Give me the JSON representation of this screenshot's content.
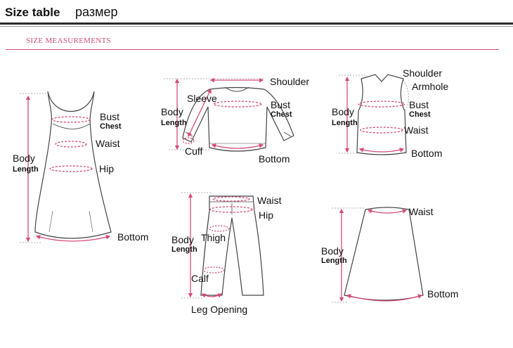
{
  "header": {
    "title": "Size table",
    "subtitle": "размер"
  },
  "section_title": "SIZE MEASUREMENTS",
  "colors": {
    "accent": "#d64a7a",
    "outline": "#444444"
  },
  "garments": {
    "dress": {
      "body": "Body",
      "length": "Length",
      "bust": "Bust",
      "chest": "Chest",
      "waist": "Waist",
      "hip": "Hip",
      "bottom": "Bottom"
    },
    "shirt": {
      "shoulder": "Shoulder",
      "sleeve": "Sleeve",
      "body": "Body",
      "length": "Length",
      "bust": "Bust",
      "chest": "Chest",
      "cuff": "Cuff",
      "bottom": "Bottom"
    },
    "vest": {
      "shoulder": "Shoulder",
      "armhole": "Armhole",
      "body": "Body",
      "length": "Length",
      "bust": "Bust",
      "chest": "Chest",
      "waist": "Waist",
      "bottom": "Bottom"
    },
    "pants": {
      "waist": "Waist",
      "hip": "Hip",
      "body": "Body",
      "length": "Length",
      "thigh": "Thigh",
      "calf": "Calf",
      "leg_opening": "Leg Opening"
    },
    "skirt": {
      "waist": "Waist",
      "body": "Body",
      "length": "Length",
      "bottom": "Bottom"
    }
  }
}
